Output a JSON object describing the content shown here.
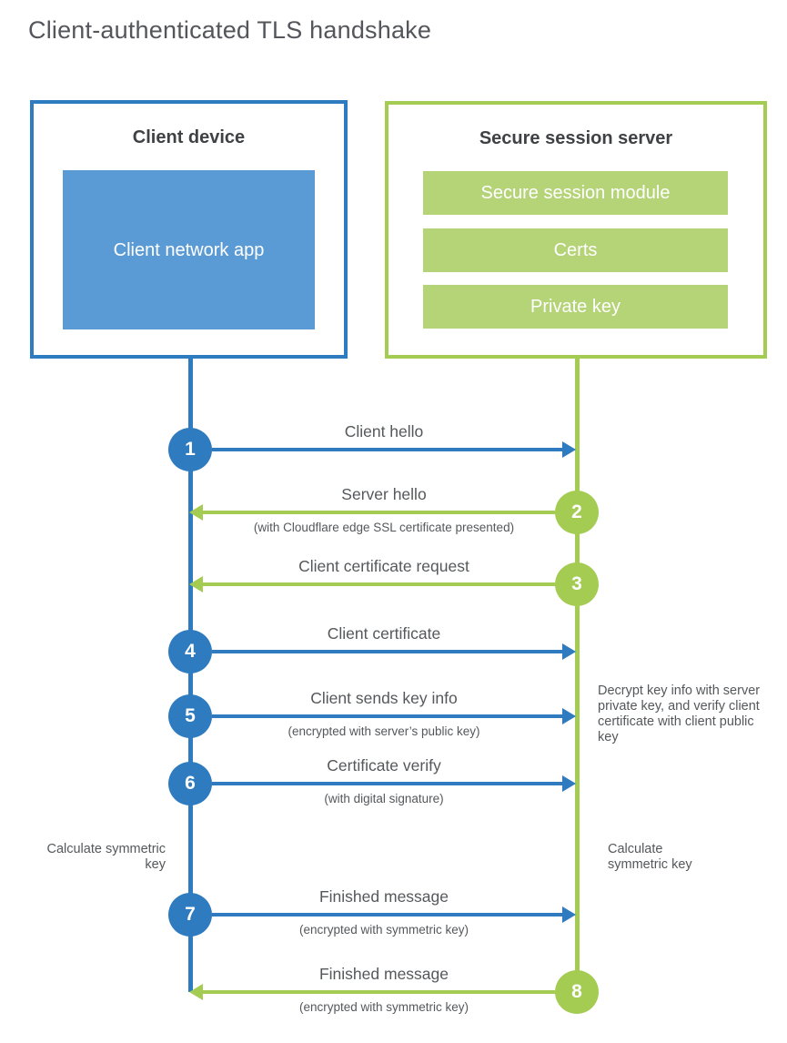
{
  "title": "Client-authenticated TLS handshake",
  "colors": {
    "client_blue": "#2e7bbf",
    "client_fill_blue": "#5b9bd5",
    "server_green": "#a4cc52",
    "server_fill_green": "#b5d377",
    "heading_text": "#3f4245",
    "body_text": "#55585b"
  },
  "client": {
    "title": "Client device",
    "app_label": "Client network app"
  },
  "server": {
    "title": "Secure session server",
    "modules": [
      "Secure session module",
      "Certs",
      "Private key"
    ]
  },
  "messages": [
    {
      "step": "1",
      "from": "client",
      "label": "Client hello"
    },
    {
      "step": "2",
      "from": "server",
      "label": "Server hello",
      "sublabel": "(with Cloudflare edge SSL certificate presented)"
    },
    {
      "step": "3",
      "from": "server",
      "label": "Client certificate request"
    },
    {
      "step": "4",
      "from": "client",
      "label": "Client certificate"
    },
    {
      "step": "5",
      "from": "client",
      "label": "Client sends key info",
      "sublabel": "(encrypted with server’s public key)"
    },
    {
      "step": "6",
      "from": "client",
      "label": "Certificate verify",
      "sublabel": "(with digital signature)"
    },
    {
      "step": "7",
      "from": "client",
      "label": "Finished message",
      "sublabel": "(encrypted with symmetric key)"
    },
    {
      "step": "8",
      "from": "server",
      "label": "Finished message",
      "sublabel": "(encrypted with symmetric key)"
    }
  ],
  "notes": {
    "decrypt": "Decrypt key info with server private key, and verify client certificate with client public key",
    "calc_client": "Calculate symmetric key",
    "calc_server": "Calculate symmetric key"
  }
}
